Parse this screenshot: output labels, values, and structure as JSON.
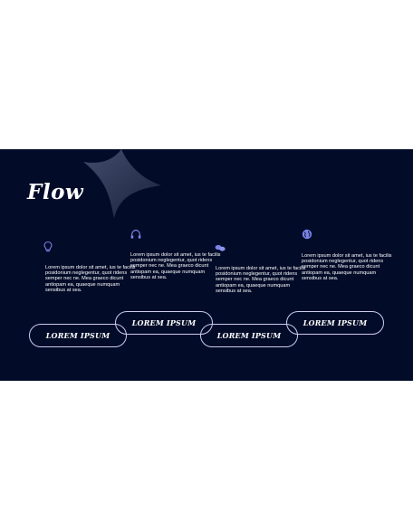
{
  "slide": {
    "title": "Flow",
    "colors": {
      "background": "#020b28",
      "accent": "#7b82e6",
      "outline": "#c9ccf2",
      "text": "#ffffff"
    },
    "steps": [
      {
        "icon": "lightbulb-icon",
        "text": "Lorem ipsum dolor sit amet, ius te facilis posidonium neglegentur, quot ridens semper nec ne. Mea graeco dicunt antiopam ea, quaeque numquam sensibus at sea.",
        "label": "LOREM IPSUM"
      },
      {
        "icon": "headphones-icon",
        "text": "Lorem ipsum dolor sit amet, ius te facilis posidonium neglegentur, quot ridens semper nec ne. Mea graeco dicunt antiopam ea, quaeque numquam sensibus at sea.",
        "label": "LOREM IPSUM"
      },
      {
        "icon": "chat-bubbles-icon",
        "text": "Lorem ipsum dolor sit amet, ius te facilis posidonium neglegentur, quot ridens semper nec ne. Mea graeco dicunt antiopam ea, quaeque numquam sensibus at sea.",
        "label": "LOREM IPSUM"
      },
      {
        "icon": "globe-icon",
        "text": "Lorem ipsum dolor sit amet, ius te facilis posidonium neglegentur, quot ridens semper nec ne. Mea graeco dicunt antiopam ea, quaeque numquam sensibus at sea.",
        "label": "LOREM IPSUM"
      }
    ]
  }
}
